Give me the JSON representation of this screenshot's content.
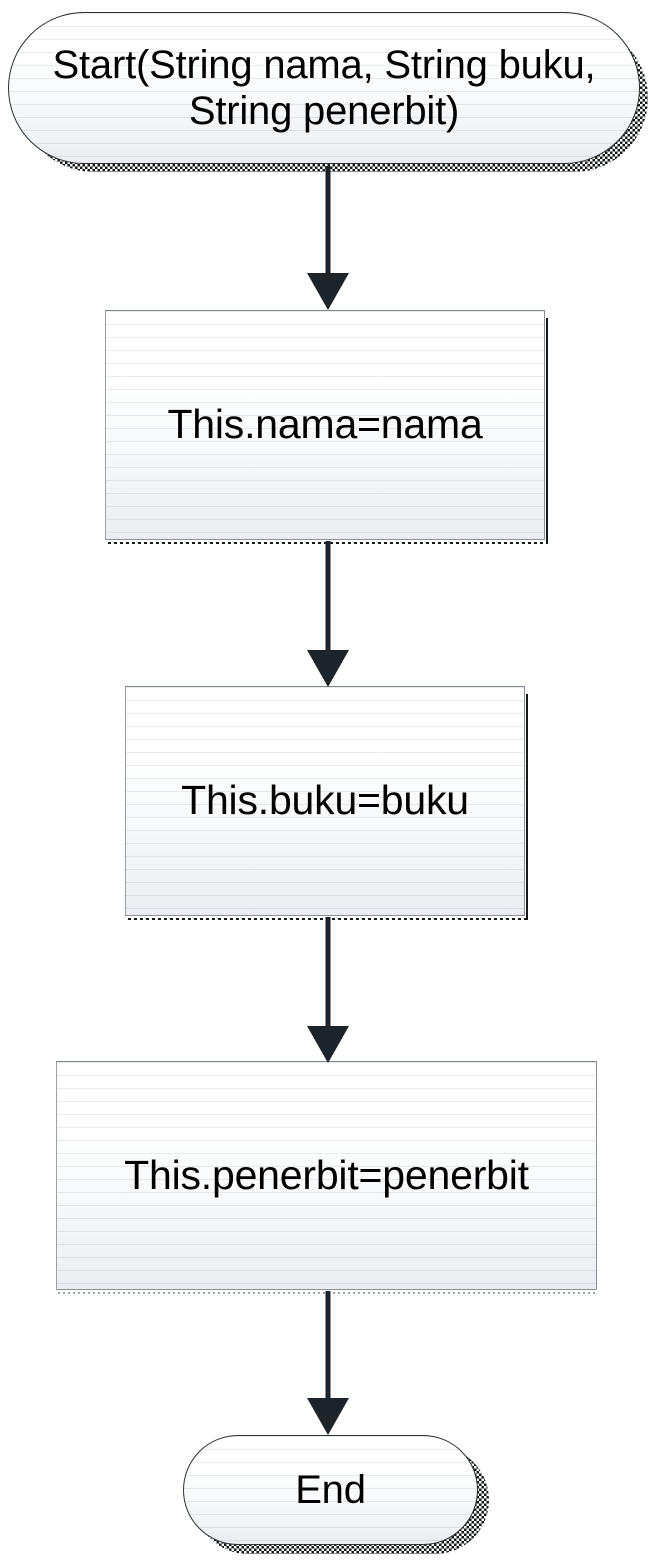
{
  "diagram": {
    "type": "flowchart",
    "title": "Constructor flowchart",
    "orientation": "top-to-bottom",
    "colors": {
      "connector": "#1c2429",
      "node_border": "#8b9097",
      "terminator_border": "#2b3137",
      "fill_top": "#ffffff",
      "fill_bottom": "#eaeef2",
      "text": "#000000",
      "background": "#ffffff"
    },
    "nodes": [
      {
        "id": "start",
        "shape": "terminator",
        "label": "Start(String nama, String buku,\nString penerbit)",
        "label_plain": "Start(String nama, String buku, String penerbit)"
      },
      {
        "id": "assign-nama",
        "shape": "process",
        "label": "This.nama=nama"
      },
      {
        "id": "assign-buku",
        "shape": "process",
        "label": "This.buku=buku"
      },
      {
        "id": "assign-penerbit",
        "shape": "process",
        "label": "This.penerbit=penerbit"
      },
      {
        "id": "end",
        "shape": "terminator",
        "label": "End"
      }
    ],
    "edges": [
      {
        "id": "edge-start-nama",
        "from": "start",
        "to": "assign-nama",
        "label": "",
        "arrow": "down"
      },
      {
        "id": "edge-nama-buku",
        "from": "assign-nama",
        "to": "assign-buku",
        "label": "",
        "arrow": "down"
      },
      {
        "id": "edge-buku-penerbit",
        "from": "assign-buku",
        "to": "assign-penerbit",
        "label": "",
        "arrow": "down"
      },
      {
        "id": "edge-penerbit-end",
        "from": "assign-penerbit",
        "to": "end",
        "label": "",
        "arrow": "down"
      }
    ]
  }
}
